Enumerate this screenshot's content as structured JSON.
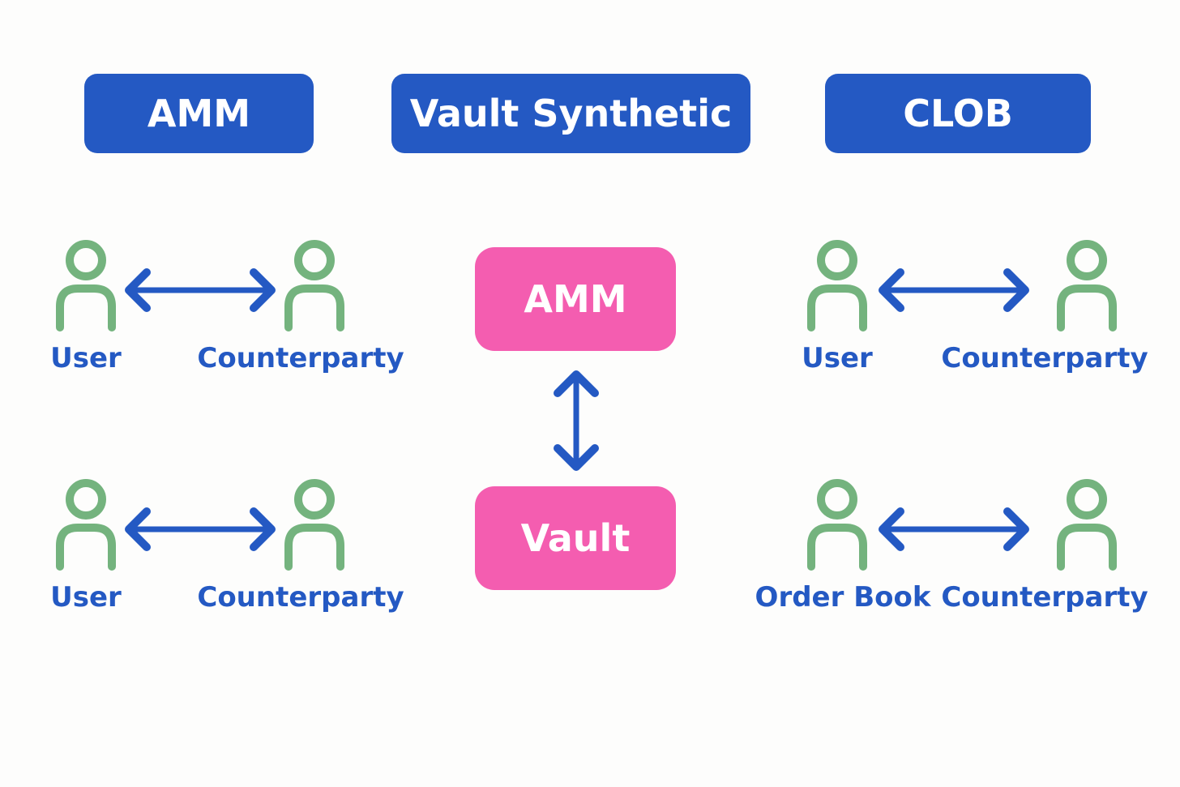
{
  "headers": {
    "left": "AMM",
    "center": "Vault Synthetic",
    "right": "CLOB"
  },
  "center": {
    "top_box": "AMM",
    "bottom_box": "Vault"
  },
  "labels": {
    "left_top_user": "User",
    "left_top_counterparty": "Counterparty",
    "left_bottom_user": "User",
    "left_bottom_counterparty": "Counterparty",
    "right_top_user": "User",
    "right_top_counterparty": "Counterparty",
    "right_bottom_order_book": "Order Book",
    "right_bottom_counterparty": "Counterparty"
  },
  "colors": {
    "header_blue": "#2459c3",
    "accent_pink": "#f45db0",
    "person_green": "#74b37e",
    "arrow_blue": "#2459c3",
    "background": "#fdfdfc"
  }
}
